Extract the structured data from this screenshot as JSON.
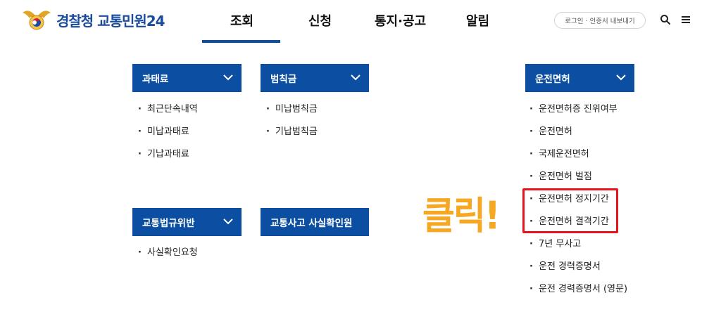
{
  "header": {
    "logo_text": "경찰청 교통민원24",
    "nav": [
      "조회",
      "신청",
      "통지·공고",
      "알림"
    ],
    "active_nav": "조회",
    "login_label": "로그인 · 인증서 내보내기",
    "search_icon": "search-icon",
    "menu_icon": "hamburger-menu-icon"
  },
  "menus": {
    "fine": {
      "title": "과태료",
      "items": [
        "최근단속내역",
        "미납과태료",
        "기납과태료"
      ]
    },
    "penalty": {
      "title": "범칙금",
      "items": [
        "미납범칙금",
        "기납범칙금"
      ]
    },
    "license": {
      "title": "운전면허",
      "items": [
        "운전면허증 진위여부",
        "운전면허",
        "국제운전면허",
        "운전면허 벌점",
        "운전면허 정지기간",
        "운전면허 결격기간",
        "7년 무사고",
        "운전 경력증명서",
        "운전 경력증명서 (영문)"
      ]
    },
    "violation": {
      "title": "교통법규위반",
      "items": [
        "사실확인요청"
      ]
    },
    "accident": {
      "title": "교통사고 사실확인원"
    }
  },
  "annotation": {
    "label": "클릭!",
    "color": "#f7a823",
    "box_color": "#e8141b"
  },
  "colors": {
    "primary": "#0b4ea2",
    "logo": "#1a4c9c"
  },
  "bullet": "·"
}
